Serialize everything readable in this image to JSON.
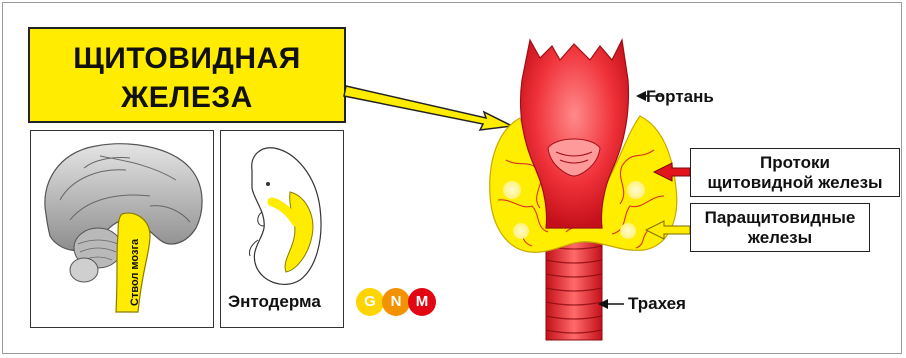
{
  "title": {
    "line1": "ЩИТОВИДНАЯ",
    "line2": "ЖЕЛЕЗА"
  },
  "labels": {
    "larynx": "Гортань",
    "ducts_line1": "Протоки",
    "ducts_line2": "щитовидной железы",
    "parathyroid_line1": "Паращитовидные",
    "parathyroid_line2": "железы",
    "trachea": "Трахея",
    "brainstem": "Ствол мозга",
    "entoderm": "Энтодерма"
  },
  "logo": {
    "letters": [
      "G",
      "N",
      "M"
    ],
    "colors": [
      "#ffd400",
      "#f39200",
      "#e30613"
    ]
  },
  "colors": {
    "gland": "#ffee00",
    "organ_red": "#ee1c24",
    "highlight_yellow": "#ffec00"
  }
}
